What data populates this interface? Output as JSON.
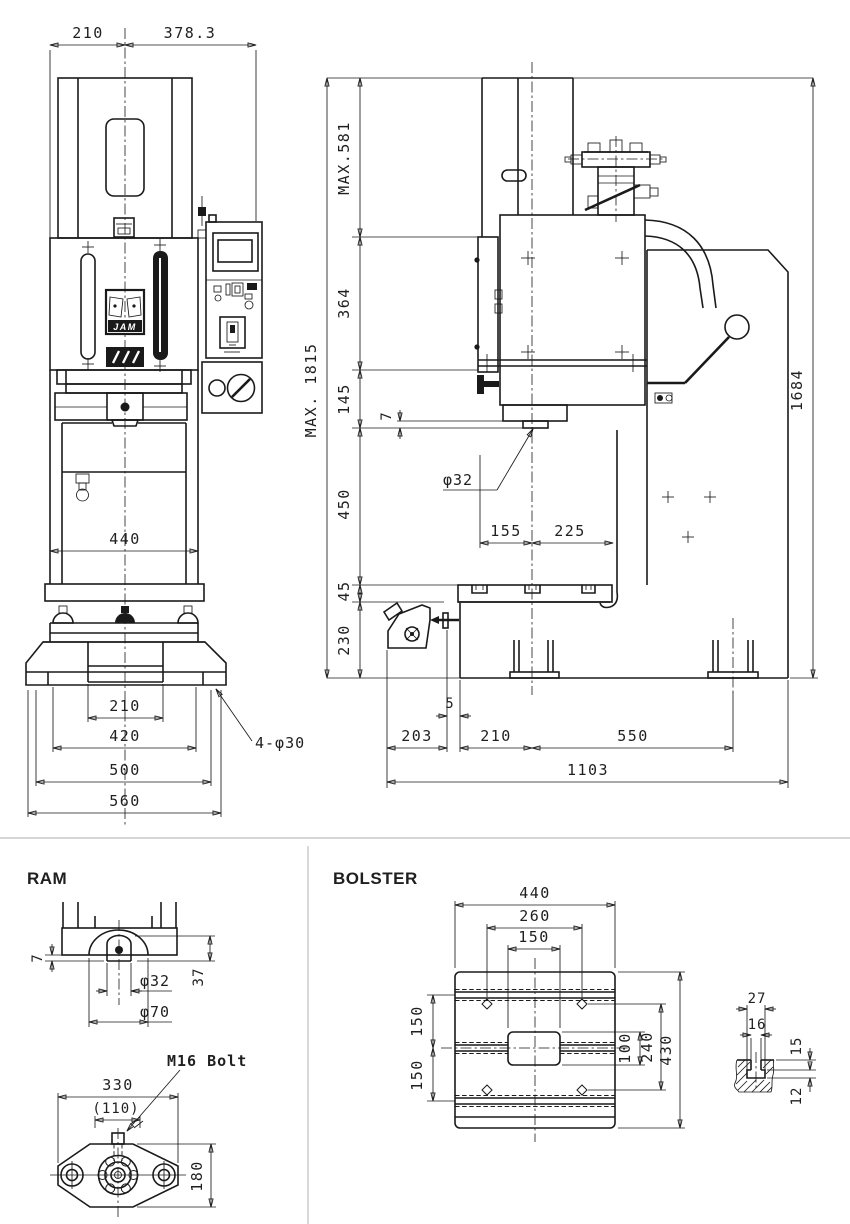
{
  "page": {
    "background": "#ffffff",
    "divider_color": "#c9c9c9"
  },
  "front_view": {
    "dims": {
      "top_left": "210",
      "top_right": "378.3",
      "column_width": "440",
      "base_recess": "210",
      "base_bolt_span": "420",
      "base_width": "500",
      "base_overall": "560",
      "foot_holes": "4-φ30"
    },
    "logo_text": "JAM"
  },
  "side_view": {
    "dims": {
      "overall_height": "MAX. 1815",
      "stroke_max": "MAX.581",
      "slide_length": "364",
      "d145": "145",
      "adapter_thickness": "7",
      "ram_diameter": "φ32",
      "front_155": "155",
      "rear_225": "225",
      "body_height": "1684",
      "daylight_450": "450",
      "bolster_45": "45",
      "table_230": "230",
      "gap_5": "5",
      "pedal_203": "203",
      "front_210": "210",
      "rear_550": "550",
      "depth_1103": "1103"
    }
  },
  "ram_detail": {
    "title": "RAM",
    "dims": {
      "lip_7": "7",
      "shaft_dia": "φ32",
      "boss_dia": "φ70",
      "stickout_37": "37",
      "bolt_label": "M16 Bolt",
      "width_330": "330",
      "ref_110": "(110)",
      "height_180": "180"
    }
  },
  "bolster_detail": {
    "title": "BOLSTER",
    "dims": {
      "width_440": "440",
      "span_260": "260",
      "span_150": "150",
      "pitch_150a": "150",
      "pitch_150b": "150",
      "height_100": "100",
      "pitch_240": "240",
      "depth_430": "430",
      "slot_27": "27",
      "slot_16": "16",
      "slot_15": "15",
      "slot_12": "12"
    }
  }
}
